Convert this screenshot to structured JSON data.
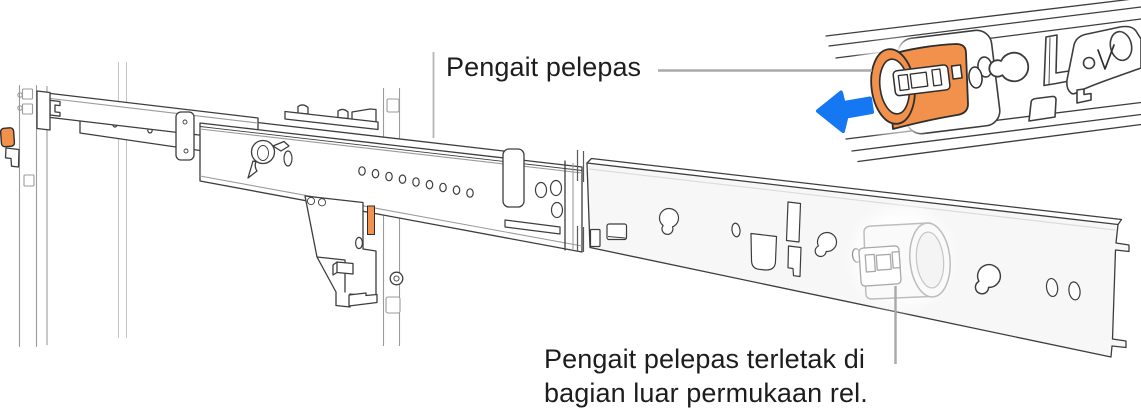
{
  "callouts": {
    "top": {
      "label": "Pengait pelepas"
    },
    "bottom": {
      "line1": "Pengait pelepas terletak di",
      "line2": "bagian luar permukaan rel."
    }
  },
  "colors": {
    "latch_orange": "#F2914C",
    "arrow_blue": "#1577F2",
    "callout_line_gray": "#A9A9A9",
    "callout_line_light_gray": "#B4B4B4",
    "text": "#1D1D1F",
    "line_art_dark": "#3D3D3D",
    "line_art_light": "#9B9B9B",
    "ghost_gray": "#BDBDBD",
    "panel_fill": "#F7F7F8"
  },
  "icons": {
    "slide_direction_arrow": "left-arrow-icon"
  }
}
